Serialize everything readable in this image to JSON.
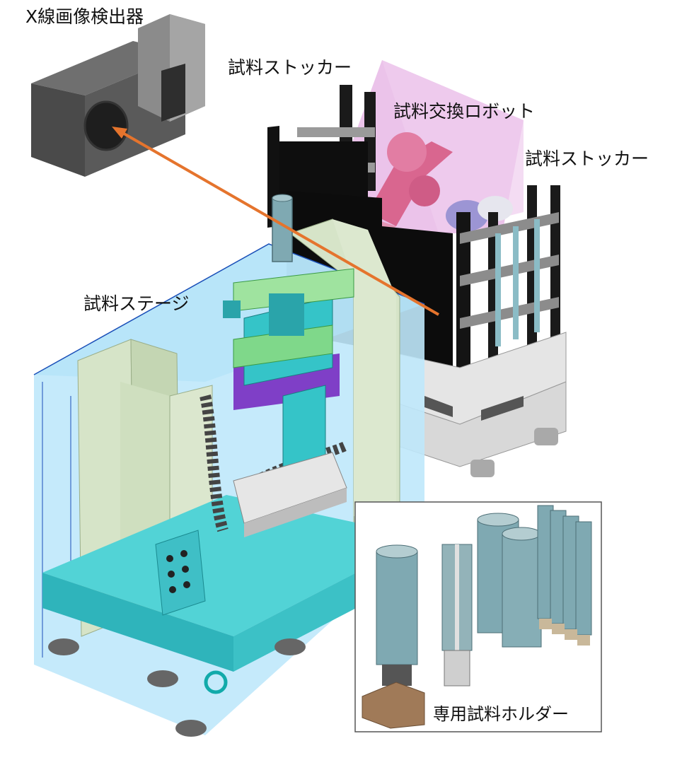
{
  "labels": {
    "detector": "X線画像検出器",
    "stocker_left": "試料ストッカー",
    "robot": "試料交換ロボット",
    "stocker_right": "試料ストッカー",
    "stage": "試料ステージ",
    "holder": "専用試料ホルダー"
  },
  "colors": {
    "beam": "#e5742d",
    "robot_box": "#e7b8e6",
    "robot_arm": "#d9668f",
    "stage_cyan": "#35c4c8",
    "frame_blue": "#a8def8",
    "panel_green": "#d6e4c8",
    "stocker_black": "#111111",
    "detector_gray": "#555555",
    "holder_tube": "#7fa9b2"
  }
}
